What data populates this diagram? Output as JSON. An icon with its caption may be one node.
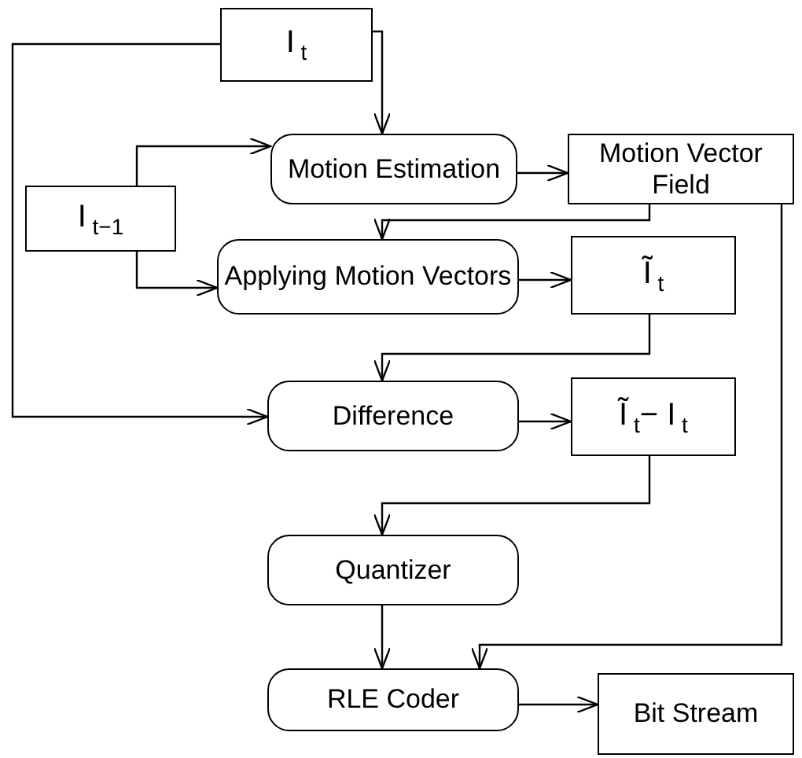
{
  "diagram": {
    "nodes": [
      {
        "text": [
          "I$_{ t}$"
        ]
      },
      {
        "text": [
          "Motion Estimation"
        ]
      },
      {
        "text": [
          "Motion Vector Field"
        ]
      },
      {
        "text": [
          "I$_{ t−1}$"
        ]
      },
      {
        "text": [
          "Applying Motion Vectors"
        ]
      },
      {
        "text": [
          "Ĩ$_{ t}$"
        ]
      },
      {
        "text": [
          "Difference"
        ]
      },
      {
        "text": [
          "Ĩ$_{ t}$− I$_{ t}$"
        ]
      },
      {
        "text": [
          "Quantizer"
        ]
      },
      {
        "text": [
          "RLE Coder"
        ]
      },
      {
        "text": [
          "Bit Stream"
        ]
      }
    ],
    "edges": [
      {
        "from": 0,
        "to": 1,
        "arrow": "to"
      },
      {
        "from": 0,
        "to": 6,
        "arrow": "to"
      },
      {
        "from": 3,
        "to": 1,
        "arrow": "to"
      },
      {
        "from": 3,
        "to": 4,
        "arrow": "to"
      },
      {
        "from": 1,
        "to": 2,
        "arrow": "to"
      },
      {
        "from": 2,
        "to": 4,
        "arrow": "to"
      },
      {
        "from": 2,
        "to": 9,
        "arrow": "to"
      },
      {
        "from": 4,
        "to": 5,
        "arrow": "to"
      },
      {
        "from": 5,
        "to": 6,
        "arrow": "to"
      },
      {
        "from": 6,
        "to": 7,
        "arrow": "to"
      },
      {
        "from": 7,
        "to": 8,
        "arrow": "to"
      },
      {
        "from": 8,
        "to": 9,
        "arrow": "to"
      },
      {
        "from": 9,
        "to": 10,
        "arrow": "to"
      }
    ]
  }
}
